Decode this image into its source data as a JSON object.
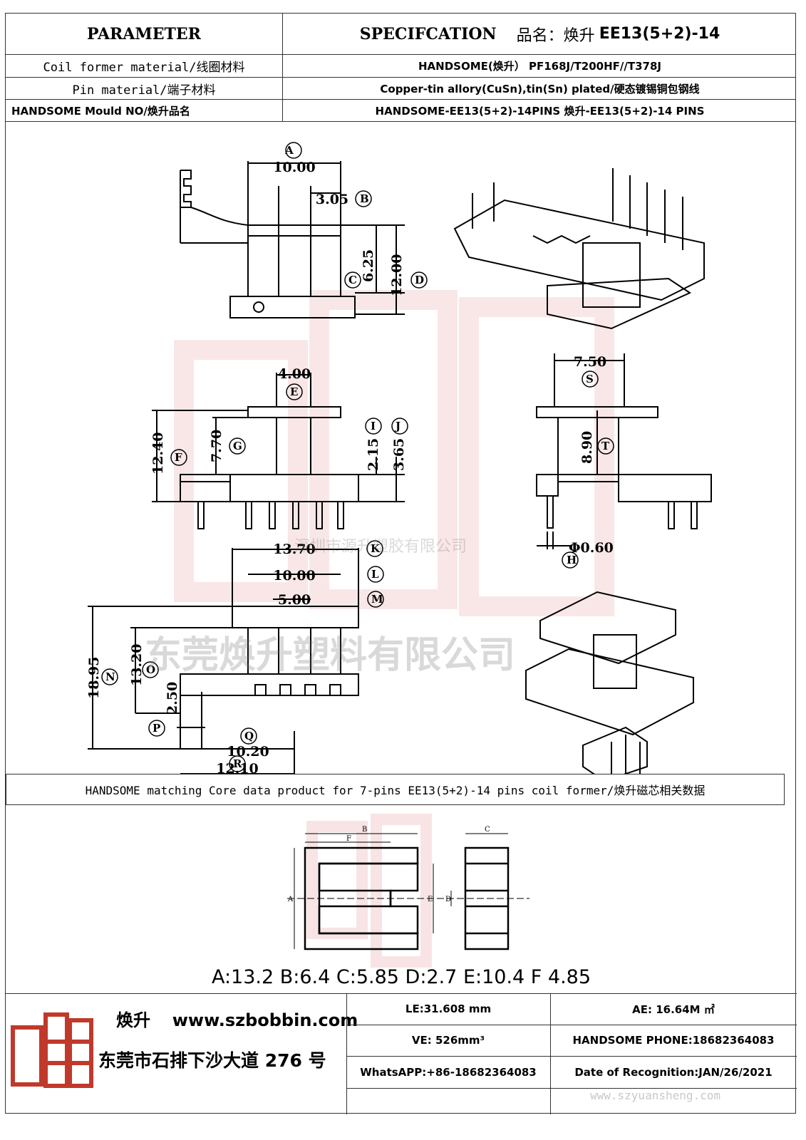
{
  "header": {
    "left_title": "PARAMETER",
    "right_title": "SPECIFCATION",
    "product_name_prefix": "品名：焕升",
    "product_name_model": "EE13(5+2)-14"
  },
  "spec_rows": [
    {
      "label": "Coil former material/线圈材料",
      "value": "HANDSOME(焕升）   PF168J/T200HF//T378J"
    },
    {
      "label": "Pin material/端子材料",
      "value": "Copper-tin allory(CuSn),tin(Sn) plated/硬态镀锡铜包钢线"
    },
    {
      "label": "HANDSOME Mould NO/焕升品名",
      "value": "HANDSOME-EE13(5+2)-14PINS     焕升-EE13(5+2)-14 PINS"
    }
  ],
  "dimensions": {
    "A": {
      "letter": "A",
      "value": "10.00"
    },
    "B": {
      "letter": "B",
      "value": "3.05"
    },
    "C": {
      "letter": "C",
      "value": "6.25"
    },
    "D": {
      "letter": "D",
      "value": "12.00"
    },
    "E": {
      "letter": "E",
      "value": "4.00"
    },
    "F": {
      "letter": "F",
      "value": "12.40"
    },
    "G": {
      "letter": "G",
      "value": "7.70"
    },
    "I": {
      "letter": "I",
      "value": "2.15"
    },
    "J": {
      "letter": "J",
      "value": "3.65"
    },
    "S": {
      "letter": "S",
      "value": "7.50"
    },
    "T": {
      "letter": "T",
      "value": "8.90"
    },
    "H": {
      "letter": "H",
      "value": "Φ0.60"
    },
    "K": {
      "letter": "K",
      "value": "13.70"
    },
    "L": {
      "letter": "L",
      "value": "10.00"
    },
    "M": {
      "letter": "M",
      "value": "5.00"
    },
    "N": {
      "letter": "N",
      "value": "18.95"
    },
    "O": {
      "letter": "O",
      "value": "13.20"
    },
    "P": {
      "letter": "P",
      "value": "2.50"
    },
    "Q": {
      "letter": "Q",
      "value": "10.20"
    },
    "R": {
      "letter": "R",
      "value": "12.10"
    }
  },
  "watermark": {
    "small": "深圳市源升塑胶有限公司",
    "large": "东莞焕升塑料有限公司"
  },
  "core_section": {
    "title": "HANDSOME matching Core data  product for 7-pins EE13(5+2)-14 pins coil former/焕升磁芯相关数据",
    "core_labels": {
      "A": "A",
      "B": "B",
      "C": "C",
      "D": "D",
      "E": "E",
      "F": "F"
    },
    "values_line": "A:13.2 B:6.4 C:5.85 D:2.7 E:10.4 F 4.85"
  },
  "footer": {
    "brand": "焕升",
    "website": "www.szbobbin.com",
    "address": "东莞市石排下沙大道 276 号",
    "le": "LE:31.608 mm",
    "ae": "AE: 16.64M ㎡",
    "ve": "VE: 526mm³",
    "phone": "HANDSOME PHONE:18682364083",
    "whatsapp": "WhatsAPP:+86-18682364083",
    "date": "Date of Recognition:JAN/26/2021",
    "footer_watermark": "www.szyuansheng.com"
  }
}
